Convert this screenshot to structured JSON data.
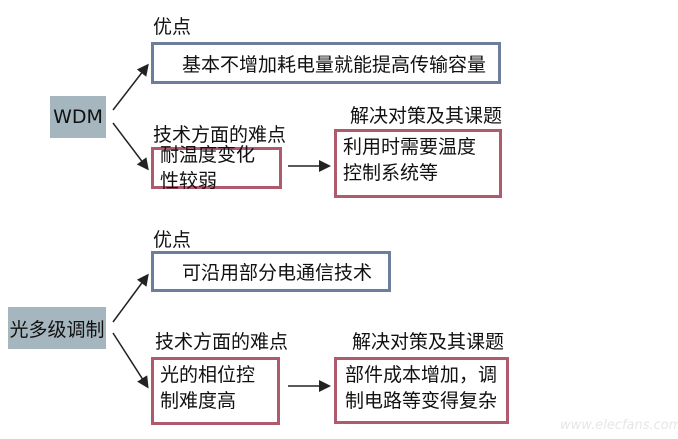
{
  "sections": [
    {
      "source": "WDM",
      "advantage_heading": "优点",
      "advantage": "基本不增加耗电量就能提高传输容量",
      "difficulty_heading": "技术方面的难点",
      "difficulty": "耐温度变化性较弱",
      "solution_heading": "解决对策及其课题",
      "solution": "利用时需要温度控制系统等"
    },
    {
      "source": "光多级调制",
      "advantage_heading": "优点",
      "advantage": "可沿用部分电通信技术",
      "difficulty_heading": "技术方面的难点",
      "difficulty": "光的相位控制难度高",
      "solution_heading": "解决对策及其课题",
      "solution": "部件成本增加，调制电路等变得复杂"
    }
  ],
  "watermark": "www.elecfans.com",
  "colors": {
    "source_fill": "#a6b6be",
    "advantage_border": "#6b7e9c",
    "difficulty_border": "#b05a6e"
  }
}
